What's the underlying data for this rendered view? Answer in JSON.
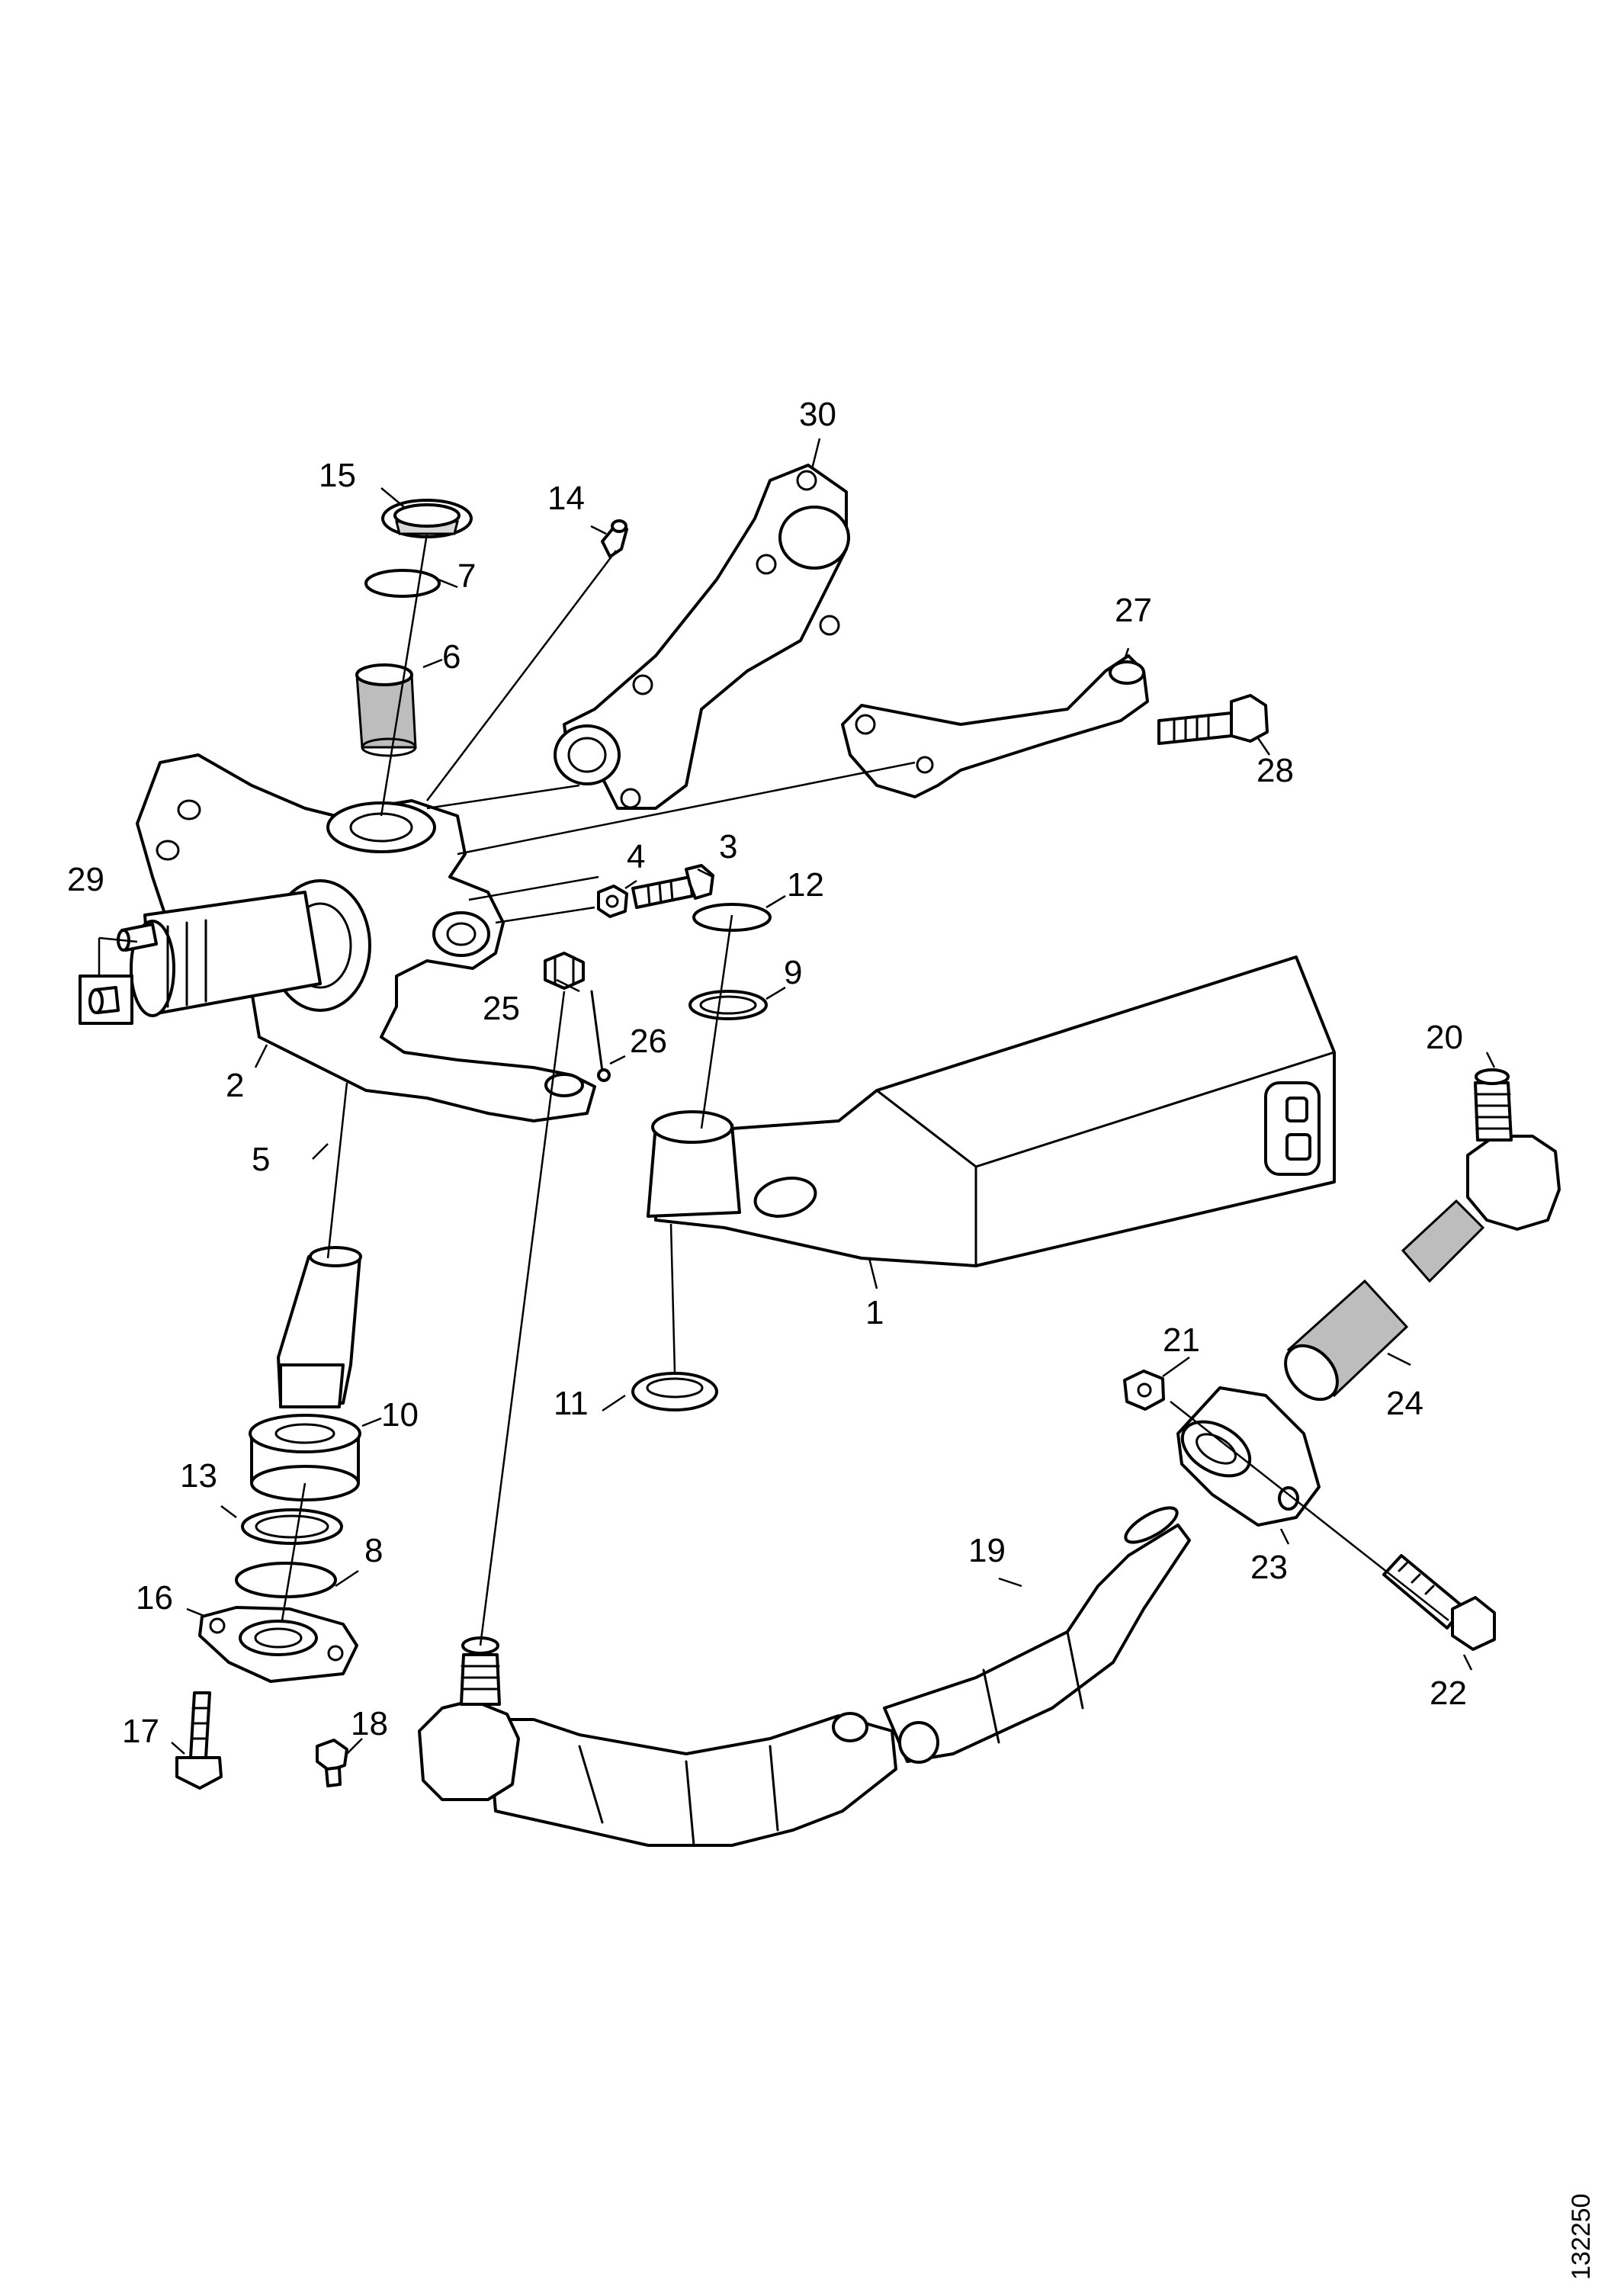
{
  "diagram": {
    "document_number": "132250",
    "callouts": [
      {
        "id": "c1",
        "label": "1"
      },
      {
        "id": "c2",
        "label": "2"
      },
      {
        "id": "c3",
        "label": "3"
      },
      {
        "id": "c4",
        "label": "4"
      },
      {
        "id": "c5",
        "label": "5"
      },
      {
        "id": "c6",
        "label": "6"
      },
      {
        "id": "c7",
        "label": "7"
      },
      {
        "id": "c8",
        "label": "8"
      },
      {
        "id": "c9",
        "label": "9"
      },
      {
        "id": "c10",
        "label": "10"
      },
      {
        "id": "c11",
        "label": "11"
      },
      {
        "id": "c12",
        "label": "12"
      },
      {
        "id": "c13",
        "label": "13"
      },
      {
        "id": "c14",
        "label": "14"
      },
      {
        "id": "c15",
        "label": "15"
      },
      {
        "id": "c16",
        "label": "16"
      },
      {
        "id": "c17",
        "label": "17"
      },
      {
        "id": "c18",
        "label": "18"
      },
      {
        "id": "c19",
        "label": "19"
      },
      {
        "id": "c20",
        "label": "20"
      },
      {
        "id": "c21",
        "label": "21"
      },
      {
        "id": "c22",
        "label": "22"
      },
      {
        "id": "c23",
        "label": "23"
      },
      {
        "id": "c24",
        "label": "24"
      },
      {
        "id": "c25",
        "label": "25"
      },
      {
        "id": "c26",
        "label": "26"
      },
      {
        "id": "c27",
        "label": "27"
      },
      {
        "id": "c28",
        "label": "28"
      },
      {
        "id": "c29",
        "label": "29"
      },
      {
        "id": "c30",
        "label": "30"
      }
    ]
  }
}
